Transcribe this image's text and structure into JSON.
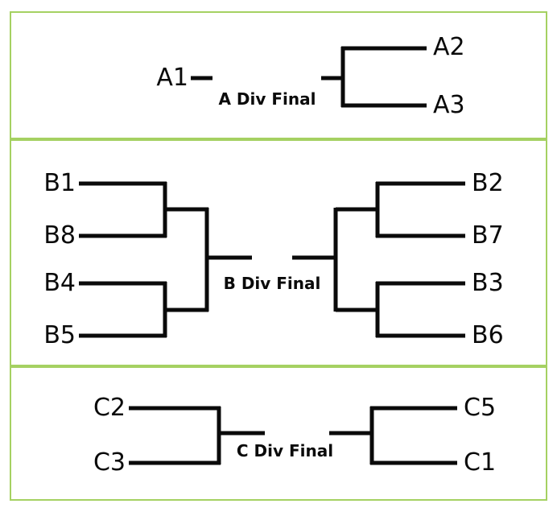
{
  "page": {
    "title": "Tournament Division Brackets",
    "background_color": "#ffffff",
    "line_color": "#0a0a0a",
    "panel_border_color": "#a5d162"
  },
  "divisions": [
    {
      "id": "a",
      "final_label": "A Div Final",
      "left_side": {
        "seeds": [
          "A1"
        ],
        "rounds": 0
      },
      "right_side": {
        "seeds": [
          "A2",
          "A3"
        ],
        "rounds": 1
      }
    },
    {
      "id": "b",
      "final_label": "B Div Final",
      "left_side": {
        "seeds": [
          "B1",
          "B8",
          "B4",
          "B5"
        ],
        "rounds": 2
      },
      "right_side": {
        "seeds": [
          "B2",
          "B7",
          "B3",
          "B6"
        ],
        "rounds": 2
      }
    },
    {
      "id": "c",
      "final_label": "C Div Final",
      "left_side": {
        "seeds": [
          "C2",
          "C3"
        ],
        "rounds": 1
      },
      "right_side": {
        "seeds": [
          "C5",
          "C1"
        ],
        "rounds": 1
      }
    }
  ],
  "labels": {
    "a1": "A1",
    "a2": "A2",
    "a3": "A3",
    "a_final": "A Div Final",
    "b1": "B1",
    "b8": "B8",
    "b4": "B4",
    "b5": "B5",
    "b2": "B2",
    "b7": "B7",
    "b3": "B3",
    "b6": "B6",
    "b_final": "B Div Final",
    "c2": "C2",
    "c3": "C3",
    "c5": "C5",
    "c1": "C1",
    "c_final": "C Div Final"
  }
}
